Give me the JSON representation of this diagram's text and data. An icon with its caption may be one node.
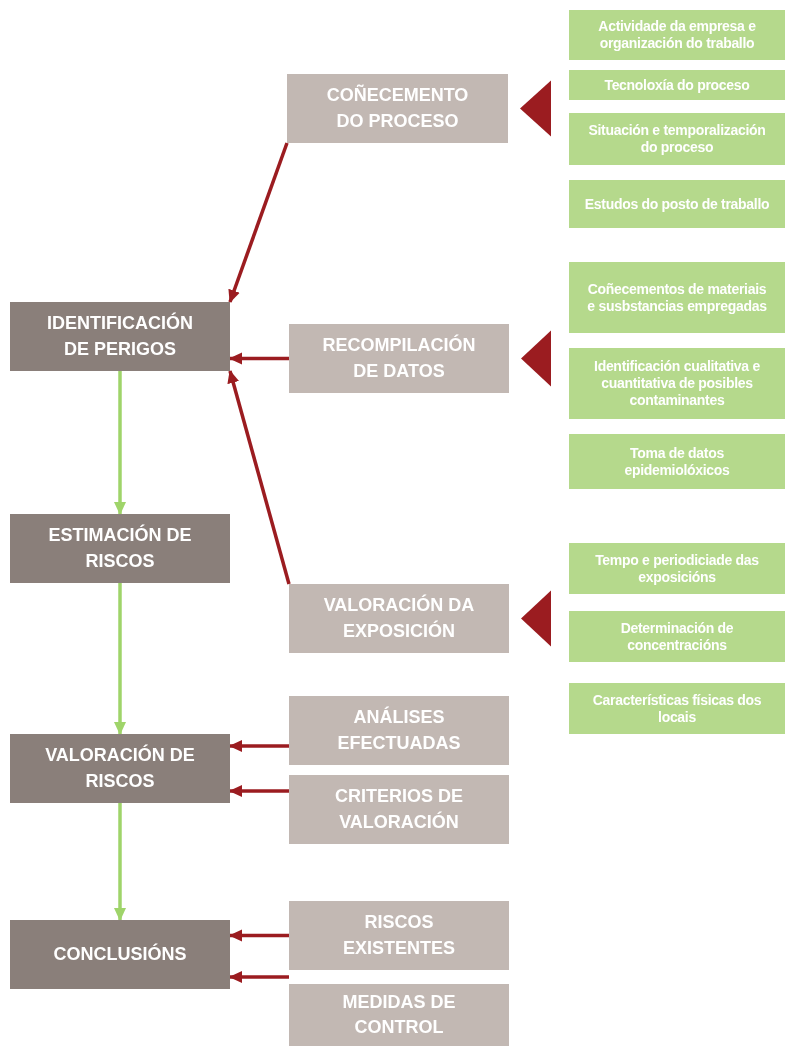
{
  "diagram": {
    "nodes": [
      {
        "text": [
          "COÑECEMENTO DO PROCESO"
        ]
      },
      {
        "text": [
          "IDENTIFICACIÓN DE PERIGOS"
        ]
      },
      {
        "text": [
          "RECOMPILACIÓN DE DATOS"
        ]
      },
      {
        "text": [
          "ESTIMACIÓN DE RISCOS"
        ]
      },
      {
        "text": [
          "VALORACIÓN DA EXPOSICIÓN"
        ]
      },
      {
        "text": [
          "ANÁLISES EFECTUADAS"
        ]
      },
      {
        "text": [
          "VALORACIÓN DE RISCOS"
        ]
      },
      {
        "text": [
          "CRITERIOS DE VALORACIÓN"
        ]
      },
      {
        "text": [
          "CONCLUSIÓNS"
        ]
      },
      {
        "text": [
          "RISCOS EXISTENTES"
        ]
      },
      {
        "text": [
          "MEDIDAS DE CONTROL"
        ]
      },
      {
        "text": [
          "Actividade da empresa e organización do traballo"
        ]
      },
      {
        "text": [
          "Tecnoloxía do proceso"
        ]
      },
      {
        "text": [
          "Situación e temporalización do proceso"
        ]
      },
      {
        "text": [
          "Estudos do posto de traballo"
        ]
      },
      {
        "text": [
          "Coñecementos de materiais e susbstancias empregadas"
        ]
      },
      {
        "text": [
          "Identificación cualitativa e cuantitativa de posibles contaminantes"
        ]
      },
      {
        "text": [
          "Toma de datos epidemiolóxicos"
        ]
      },
      {
        "text": [
          "Tempo e periodiciade das exposicións"
        ]
      },
      {
        "text": [
          "Determinación de concentracións"
        ]
      },
      {
        "text": [
          "Características físicas dos locais"
        ]
      }
    ],
    "edges": [
      {
        "from": 0,
        "to": 1,
        "arrow": "to"
      },
      {
        "from": 2,
        "to": 1,
        "arrow": "to"
      },
      {
        "from": 4,
        "to": 1,
        "arrow": "to"
      },
      {
        "from": 1,
        "to": 3,
        "arrow": "to",
        "color": "#9fd46a"
      },
      {
        "from": 3,
        "to": 6,
        "arrow": "to",
        "color": "#9fd46a"
      },
      {
        "from": 6,
        "to": 8,
        "arrow": "to",
        "color": "#9fd46a"
      },
      {
        "from": 5,
        "to": 6,
        "arrow": "to"
      },
      {
        "from": 7,
        "to": 6,
        "arrow": "to"
      },
      {
        "from": 9,
        "to": 8,
        "arrow": "to"
      },
      {
        "from": 10,
        "to": 8,
        "arrow": "to"
      },
      {
        "from": 11,
        "to": 0,
        "arrow": "to"
      },
      {
        "from": 12,
        "to": 0,
        "arrow": "to"
      },
      {
        "from": 13,
        "to": 0,
        "arrow": "to"
      },
      {
        "from": 14,
        "to": 0,
        "arrow": "to"
      },
      {
        "from": 15,
        "to": 2,
        "arrow": "to"
      },
      {
        "from": 16,
        "to": 2,
        "arrow": "to"
      },
      {
        "from": 17,
        "to": 2,
        "arrow": "to"
      },
      {
        "from": 18,
        "to": 4,
        "arrow": "to"
      },
      {
        "from": 19,
        "to": 4,
        "arrow": "to"
      },
      {
        "from": 20,
        "to": 4,
        "arrow": "to"
      }
    ]
  }
}
